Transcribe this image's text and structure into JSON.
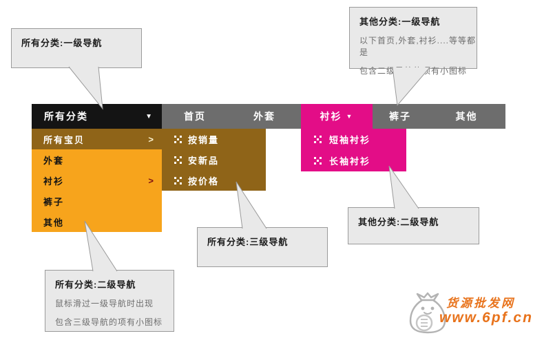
{
  "colors": {
    "nav_black": "#141414",
    "nav_gray": "#6d6d6d",
    "menu_orange": "#f7a41c",
    "menu_brown": "#8f6418",
    "menu_pink": "#e30d87",
    "callout_bg": "#e9e9e9",
    "callout_border": "#9a9a9a",
    "watermark_orange": "#e8731c"
  },
  "nav": {
    "all_categories": {
      "label": "所有分类",
      "arrow": "▼"
    },
    "items": [
      {
        "label": "首页"
      },
      {
        "label": "外套"
      },
      {
        "label": "衬衫",
        "arrow": "▼"
      },
      {
        "label": "裤子"
      },
      {
        "label": "其他"
      }
    ]
  },
  "menu_level2": {
    "items": [
      {
        "label": "所有宝贝",
        "arrow": ">"
      },
      {
        "label": "外套"
      },
      {
        "label": "衬衫",
        "arrow": ">"
      },
      {
        "label": "裤子"
      },
      {
        "label": "其他"
      }
    ]
  },
  "menu_level3": {
    "items": [
      {
        "label": "按销量"
      },
      {
        "label": "安新品"
      },
      {
        "label": "按价格"
      }
    ]
  },
  "shirt_dropdown": {
    "items": [
      {
        "label": "短袖衬衫"
      },
      {
        "label": "长袖衬衫"
      }
    ]
  },
  "callouts": {
    "top_left": {
      "title": "所有分类:一级导航"
    },
    "top_right": {
      "title": "其他分类:一级导航",
      "line1": "以下首页,外套,衬衫....等等都是",
      "line2": "包含二级导航的项有小图标"
    },
    "mid": {
      "title": "所有分类:三级导航"
    },
    "right": {
      "title": "其他分类:二级导航"
    },
    "bottom_left": {
      "title": "所有分类:二级导航",
      "line1": "鼠标滑过一级导航时出现",
      "line2": "包含三级导航的项有小图标"
    }
  },
  "watermark": {
    "line1": "货源批发网",
    "line2": "www.6pf.cn"
  }
}
